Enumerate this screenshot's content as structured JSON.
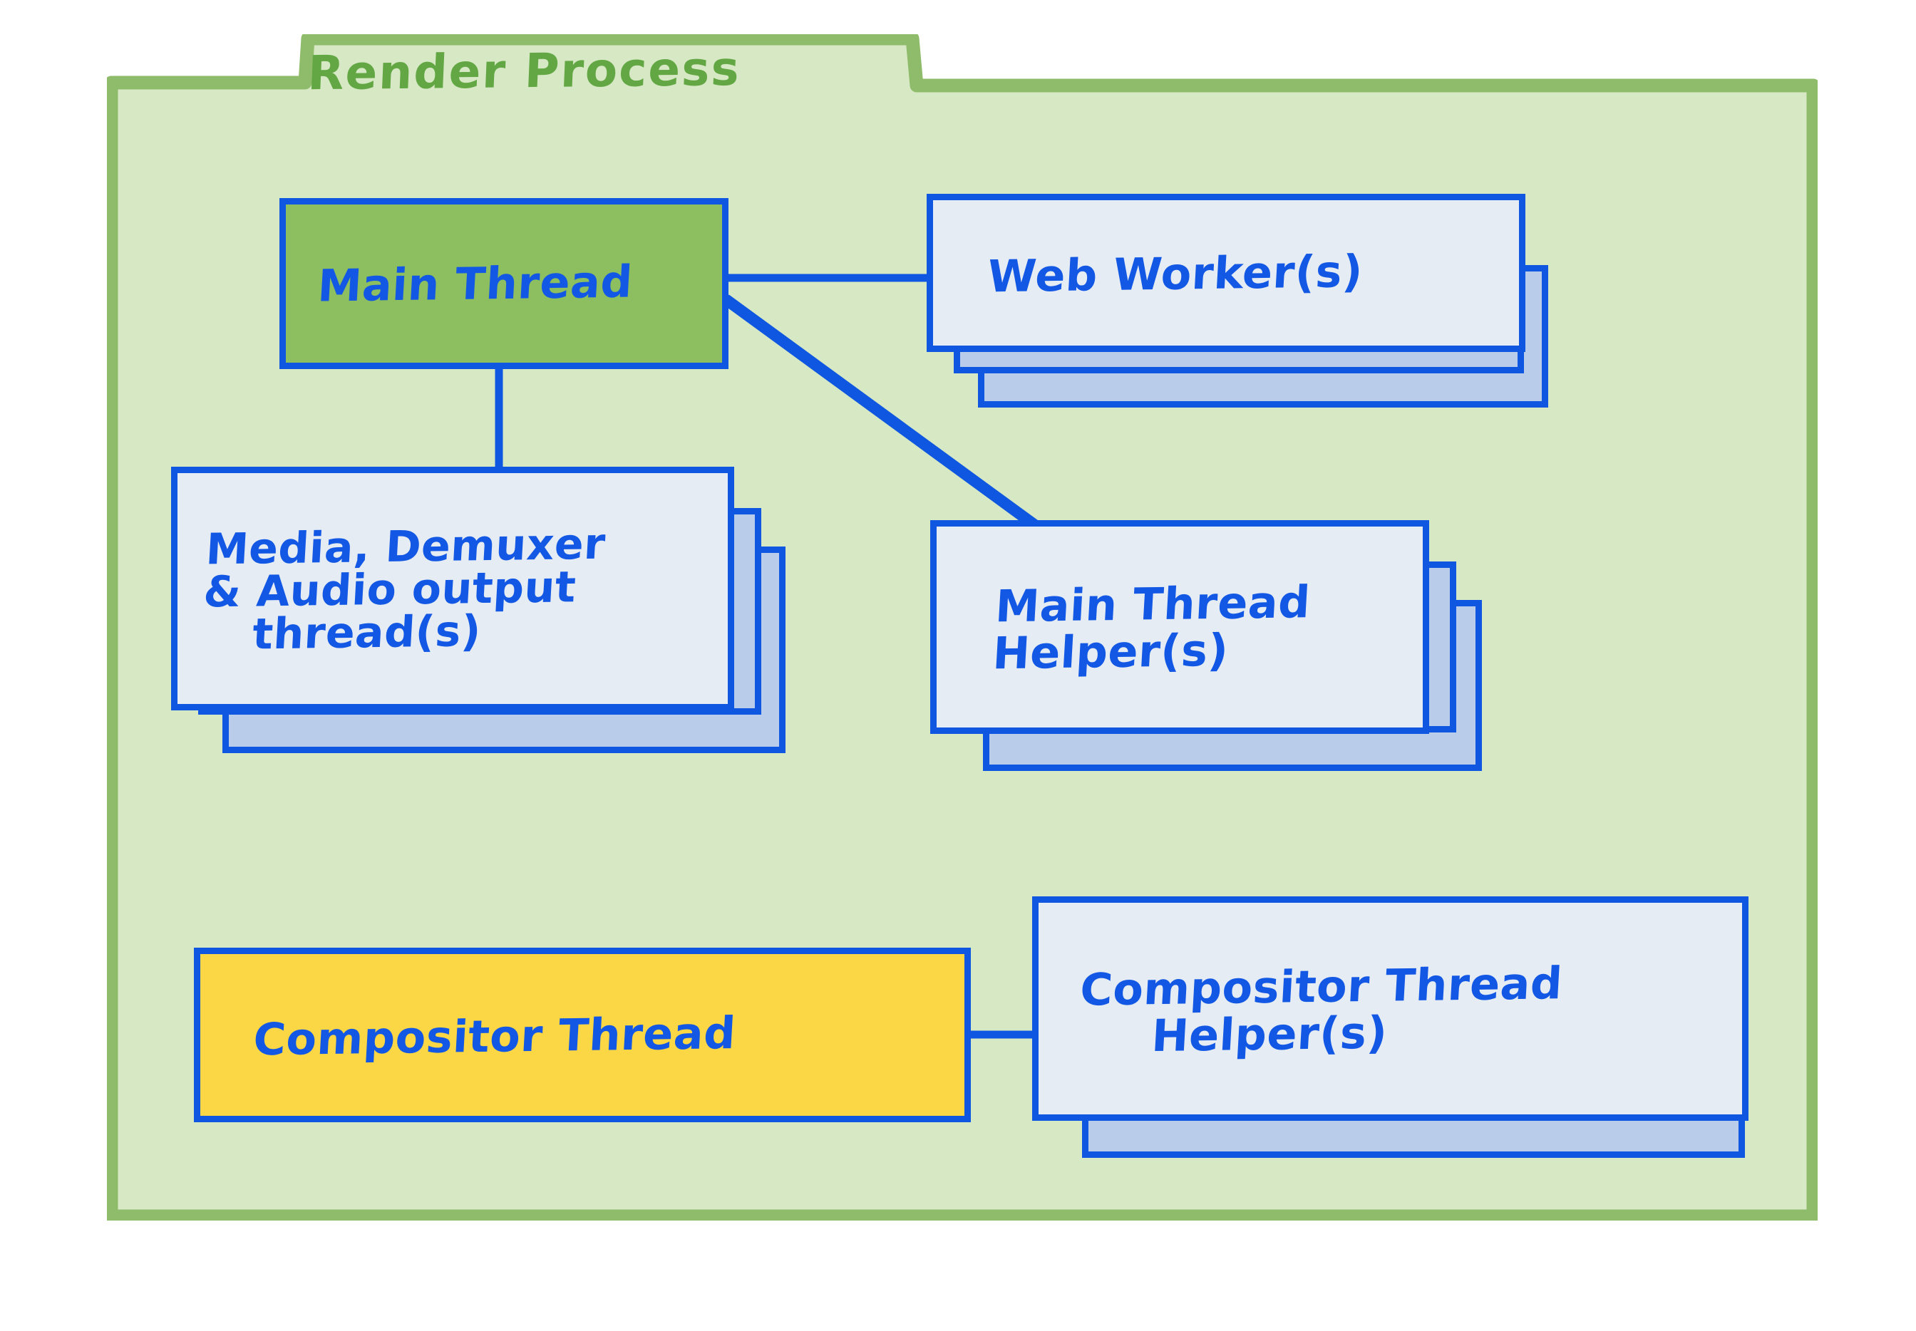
{
  "diagram": {
    "title": "Render Process",
    "type": "block-diagram",
    "colors": {
      "frame_border": "#8fbc6a",
      "frame_fill": "#d6e9c4",
      "accent_blue": "#0f56e0",
      "main_thread_green": "#8dbf60",
      "compositor_yellow": "#fbd745",
      "card_front_fill": "#e6ecf4",
      "card_back_fill": "#b9cdea",
      "title_green": "#63a744"
    }
  },
  "nodes": {
    "main_thread": {
      "label": "Main Thread",
      "lines": [
        "Main Thread"
      ],
      "fill": "green",
      "stacked": false
    },
    "web_worker": {
      "label": "Web Worker(s)",
      "lines": [
        "Web Worker(s)"
      ],
      "fill": "light",
      "stacked": true,
      "stack_count": 3
    },
    "media_thread": {
      "label": "Media, Demuxer & Audio output thread(s)",
      "lines": [
        "Media, Demuxer",
        "& Audio output",
        "thread(s)"
      ],
      "fill": "light",
      "stacked": true,
      "stack_count": 3
    },
    "main_thread_helper": {
      "label": "Main Thread Helper(s)",
      "lines": [
        "Main Thread",
        "Helper(s)"
      ],
      "fill": "light",
      "stacked": true,
      "stack_count": 3
    },
    "compositor_thread": {
      "label": "Compositor Thread",
      "lines": [
        "Compositor Thread"
      ],
      "fill": "yellow",
      "stacked": false
    },
    "compositor_thread_helper": {
      "label": "Compositor Thread Helper(s)",
      "lines": [
        "Compositor Thread",
        "Helper(s)"
      ],
      "fill": "light",
      "stacked": true,
      "stack_count": 3
    }
  },
  "edges": [
    {
      "from": "main_thread",
      "to": "web_worker",
      "style": "horizontal"
    },
    {
      "from": "main_thread",
      "to": "media_thread",
      "style": "vertical"
    },
    {
      "from": "main_thread",
      "to": "main_thread_helper",
      "style": "diagonal"
    },
    {
      "from": "compositor_thread",
      "to": "compositor_thread_helper",
      "style": "horizontal"
    }
  ]
}
